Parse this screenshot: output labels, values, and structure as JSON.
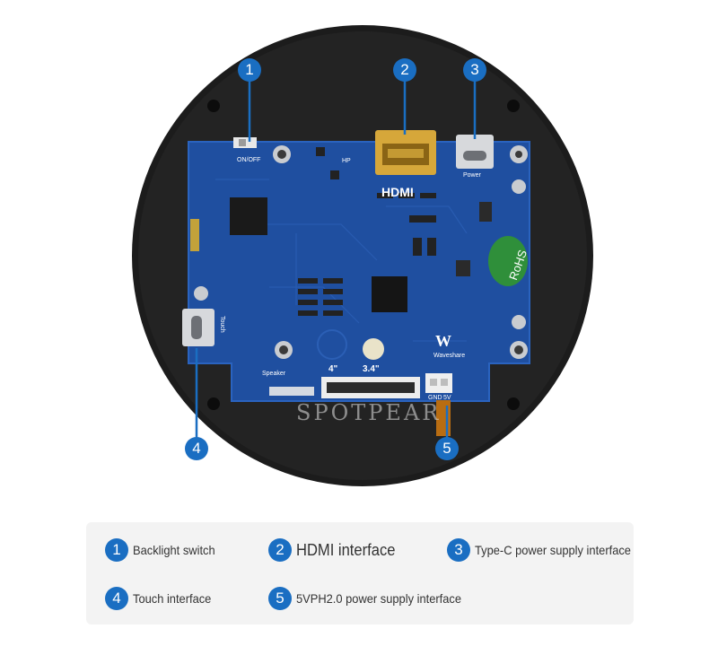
{
  "callouts": [
    "1",
    "2",
    "3",
    "4",
    "5"
  ],
  "board_text": {
    "on_off": "ON/OFF",
    "hp": "HP",
    "hdmi": "HDMI",
    "power": "Power",
    "touch": "Touch",
    "speaker": "Speaker",
    "size_4": "4\"",
    "size_34": "3.4\"",
    "gnd": "GND",
    "5v": "5V",
    "rohs": "RoHS",
    "brand": "Waveshare",
    "watermark": "SPOTPEAR"
  },
  "legend": [
    {
      "num": "1",
      "label": "Backlight switch"
    },
    {
      "num": "2",
      "label": "HDMI interface"
    },
    {
      "num": "3",
      "label": "Type-C power supply interface"
    },
    {
      "num": "4",
      "label": "Touch interface"
    },
    {
      "num": "5",
      "label": "5VPH2.0 power supply interface"
    }
  ],
  "colors": {
    "accent": "#1a6ec2",
    "pcb": "#1f4fa0",
    "bezel": "#1c1c1c",
    "legend_bg": "#f3f3f3"
  }
}
